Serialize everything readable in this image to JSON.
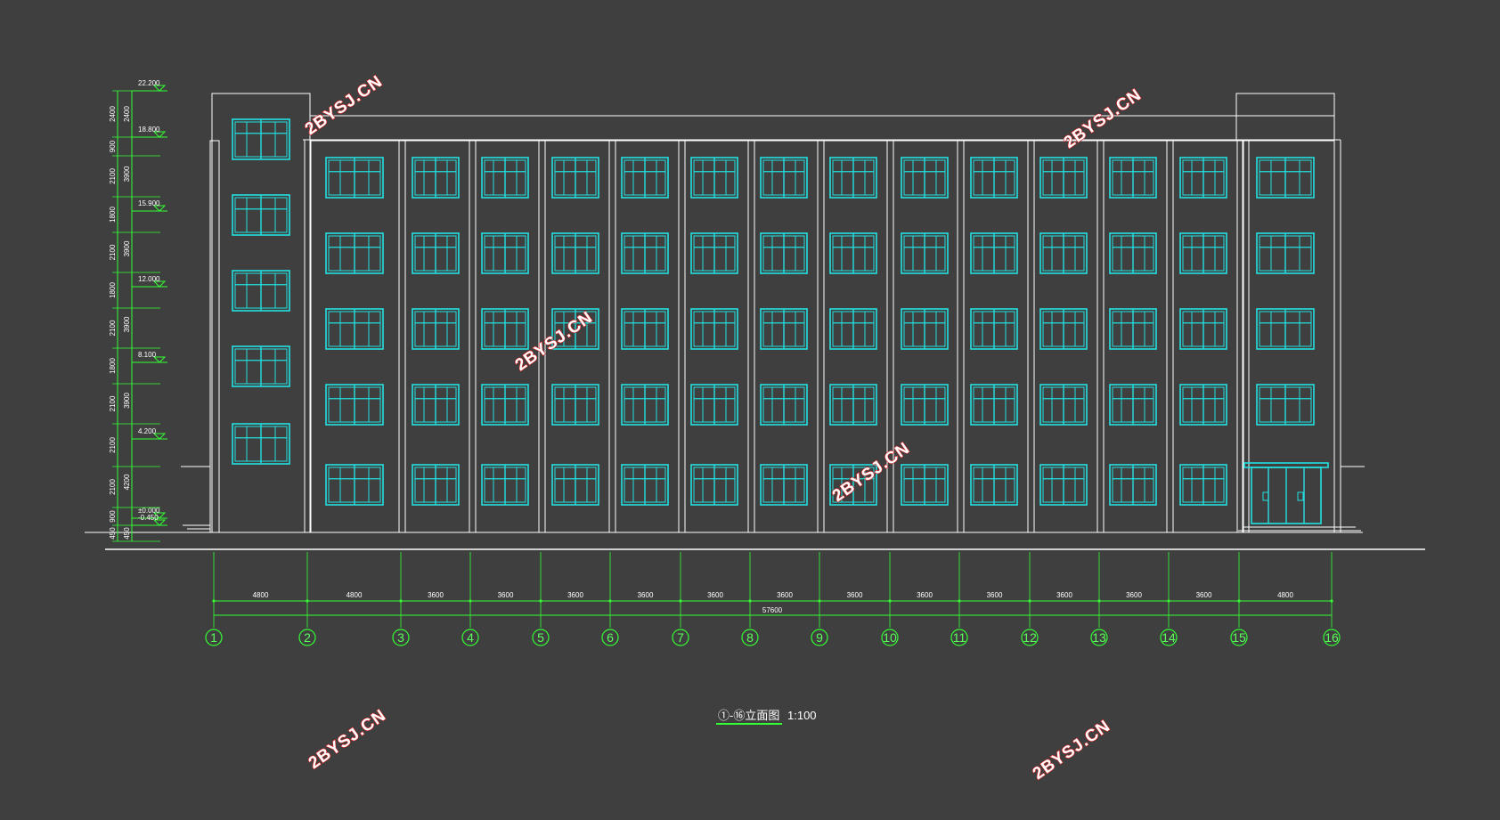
{
  "drawing": {
    "title_prefix": "①-⑯立面图",
    "scale": "1:100",
    "watermark": "2BYSJ.CN"
  },
  "elevation_marks": [
    "22.200",
    "18.800",
    "15.900",
    "12.000",
    "8.100",
    "4.200",
    "±0.000",
    "-0.450"
  ],
  "vertical_dims_outer": [
    "2400",
    "900",
    "2100",
    "1800",
    "2100",
    "1800",
    "2100",
    "1800",
    "2100",
    "2100",
    "2100",
    "900",
    "450"
  ],
  "vertical_dims_inner": [
    "2400",
    "3900",
    "3900",
    "3900",
    "3900",
    "4200",
    "450"
  ],
  "bay_dimensions": [
    "4800",
    "4800",
    "3600",
    "3600",
    "3600",
    "3600",
    "3600",
    "3600",
    "3600",
    "3600",
    "3600",
    "3600",
    "3600",
    "3600",
    "4800"
  ],
  "total_length": "57600",
  "axis_labels": [
    "1",
    "2",
    "3",
    "4",
    "5",
    "6",
    "7",
    "8",
    "9",
    "10",
    "11",
    "12",
    "13",
    "14",
    "15",
    "16"
  ],
  "colors": {
    "background": "#3f3f3f",
    "outline": "#ffffff",
    "window": "#22e0e0",
    "dimension": "#33ff33",
    "watermark": "#e02020"
  }
}
